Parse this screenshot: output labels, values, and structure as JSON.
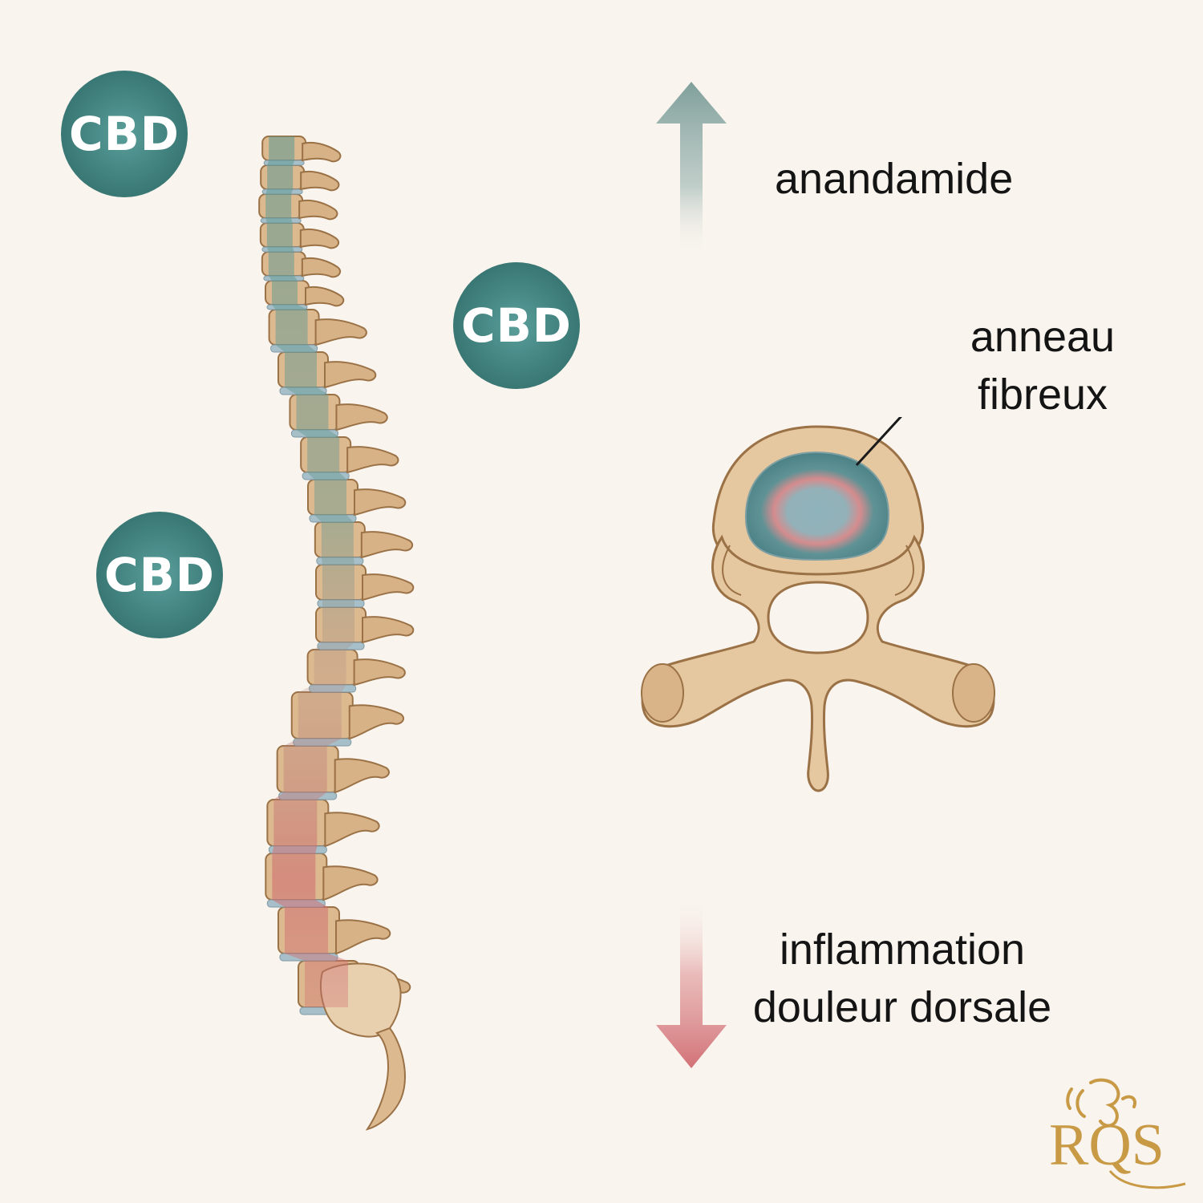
{
  "badges": [
    "CBD",
    "CBD",
    "CBD"
  ],
  "labels": {
    "up_effect": "anandamide",
    "ring_line1": "anneau",
    "ring_line2": "fibreux",
    "down_line1": "inflammation",
    "down_line2": "douleur dorsale"
  },
  "logo": {
    "text": "RQS"
  },
  "colors": {
    "background": "#f9f4ee",
    "badge": "#3f7f7c",
    "bone": "#dcb98f",
    "bone_outline": "#9b7146",
    "disc": "#9fb7c0",
    "up_arrow": "#86a6a2",
    "down_arrow": "#d27c80",
    "logo": "#c99a45"
  },
  "icons": [
    "spine-illustration",
    "vertebra-illustration",
    "arrow-up-icon",
    "arrow-down-icon",
    "lion-logo-icon"
  ]
}
